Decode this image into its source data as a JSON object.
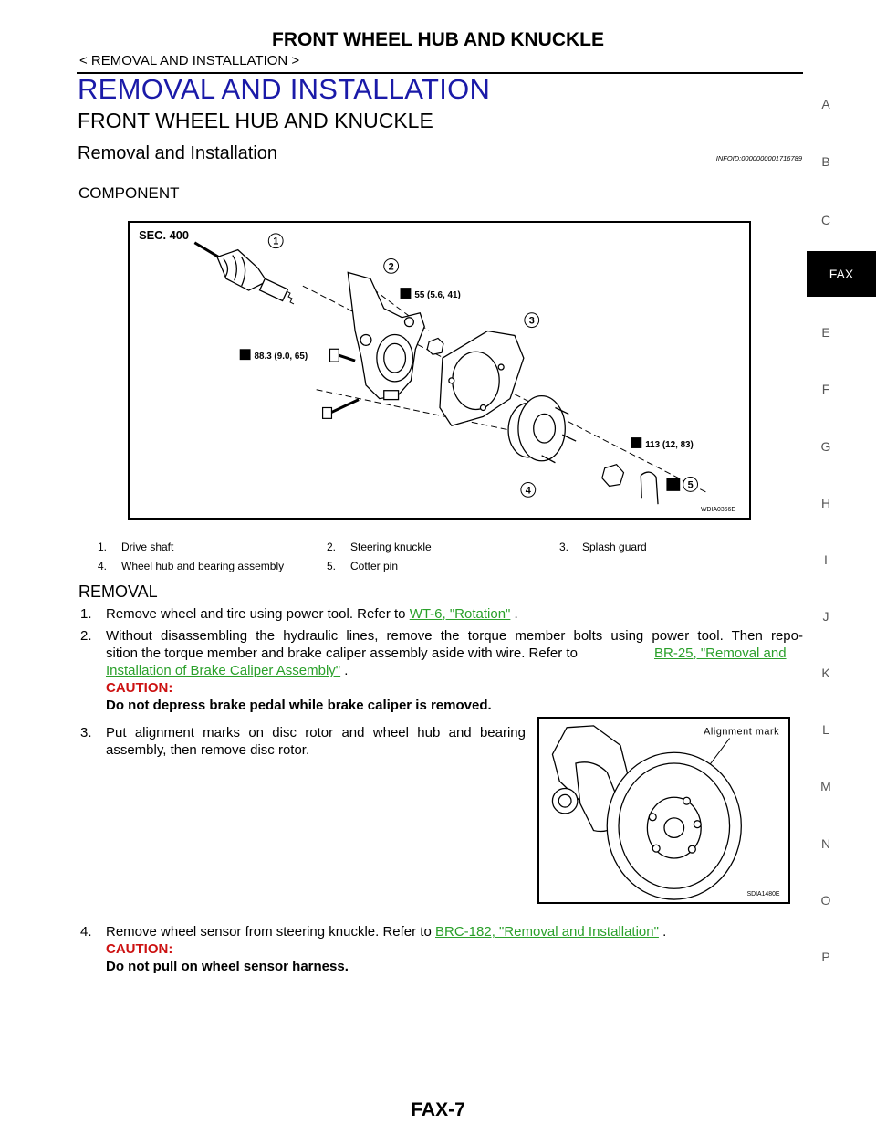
{
  "header": {
    "title": "FRONT WHEEL HUB AND KNUCKLE",
    "breadcrumb": "< REMOVAL AND INSTALLATION >"
  },
  "section_heading": "REMOVAL AND INSTALLATION",
  "sub_heading": "FRONT WHEEL HUB AND KNUCKLE",
  "procedure_title": "Removal and Installation",
  "infoid": "INFOID:0000000001716789",
  "component_label": "COMPONENT",
  "figure1": {
    "sec_label": "SEC. 400",
    "torque_knuckle": "55 (5.6, 41)",
    "torque_bolt": "88.3 (9.0, 65)",
    "torque_nut": "113 (12, 83)",
    "callouts": [
      "1",
      "2",
      "3",
      "4",
      "5"
    ],
    "figure_id": "WDIA0366E"
  },
  "legend": [
    {
      "num": "1.",
      "text": "Drive shaft"
    },
    {
      "num": "2.",
      "text": "Steering knuckle"
    },
    {
      "num": "3.",
      "text": "Splash guard"
    },
    {
      "num": "4.",
      "text": "Wheel hub and bearing assembly"
    },
    {
      "num": "5.",
      "text": "Cotter pin"
    }
  ],
  "removal_label": "REMOVAL",
  "steps": {
    "s1": {
      "num": "1.",
      "text": "Remove wheel and tire using power tool. Refer to",
      "link": "WT-6, \"Rotation\"",
      "after": " ."
    },
    "s2": {
      "num": "2.",
      "line1": "Without disassembling the hydraulic lines, remove the torque member bolts using power tool. Then repo-",
      "line2": "sition the torque member and brake caliper assembly aside with wire. Refer to",
      "link_part1": "BR-25, \"Removal and",
      "link_part2": "Installation of Brake Caliper Assembly\"",
      "after": " .",
      "caution_label": "CAUTION:",
      "caution_text": "Do not depress brake pedal while brake caliper is removed."
    },
    "s3": {
      "num": "3.",
      "line1": "Put alignment marks on disc rotor and wheel hub and bearing",
      "line2": "assembly, then remove disc rotor."
    },
    "s4": {
      "num": "4.",
      "text": "Remove wheel sensor from steering knuckle. Refer to",
      "link": "BRC-182, \"Removal and Installation\"",
      "after": " .",
      "caution_label": "CAUTION:",
      "caution_text": "Do not pull on wheel sensor harness."
    }
  },
  "figure2": {
    "alignment_label": "Alignment mark",
    "figure_id": "SDIA1480E"
  },
  "page_number": "FAX-7",
  "side_index": {
    "letters": [
      "A",
      "B",
      "C",
      "E",
      "F",
      "G",
      "H",
      "I",
      "J",
      "K",
      "L",
      "M",
      "N",
      "O",
      "P"
    ],
    "active_tab": "FAX"
  }
}
